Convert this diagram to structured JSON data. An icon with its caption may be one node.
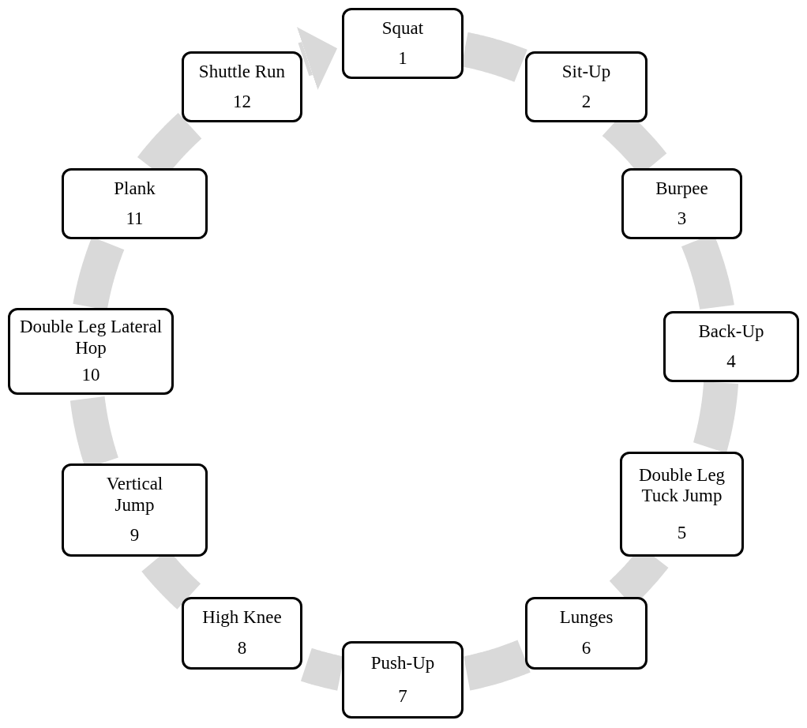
{
  "diagram": {
    "nodes": [
      {
        "text": [
          "Squat",
          "1"
        ]
      },
      {
        "text": [
          "Sit-Up",
          "2"
        ]
      },
      {
        "text": [
          "Burpee",
          "3"
        ]
      },
      {
        "text": [
          "Back-Up",
          "4"
        ]
      },
      {
        "text": [
          "Double Leg Tuck Jump",
          "5"
        ]
      },
      {
        "text": [
          "Lunges",
          "6"
        ]
      },
      {
        "text": [
          "Push-Up",
          "7"
        ]
      },
      {
        "text": [
          "High Knee",
          "8"
        ]
      },
      {
        "text": [
          "Vertical Jump",
          "9"
        ]
      },
      {
        "text": [
          "Double Leg Lateral Hop",
          "10"
        ]
      },
      {
        "text": [
          "Plank",
          "11"
        ]
      },
      {
        "text": [
          "Shuttle Run",
          "12"
        ]
      }
    ],
    "edges": [
      {
        "from": 0,
        "to": 1,
        "arrow": "none"
      },
      {
        "from": 1,
        "to": 2,
        "arrow": "none"
      },
      {
        "from": 2,
        "to": 3,
        "arrow": "none"
      },
      {
        "from": 3,
        "to": 4,
        "arrow": "none"
      },
      {
        "from": 4,
        "to": 5,
        "arrow": "none"
      },
      {
        "from": 5,
        "to": 6,
        "arrow": "none"
      },
      {
        "from": 6,
        "to": 7,
        "arrow": "none"
      },
      {
        "from": 7,
        "to": 8,
        "arrow": "none"
      },
      {
        "from": 8,
        "to": 9,
        "arrow": "none"
      },
      {
        "from": 9,
        "to": 10,
        "arrow": "none"
      },
      {
        "from": 10,
        "to": 11,
        "arrow": "none"
      },
      {
        "from": 11,
        "to": 0,
        "arrow": "to"
      }
    ]
  }
}
